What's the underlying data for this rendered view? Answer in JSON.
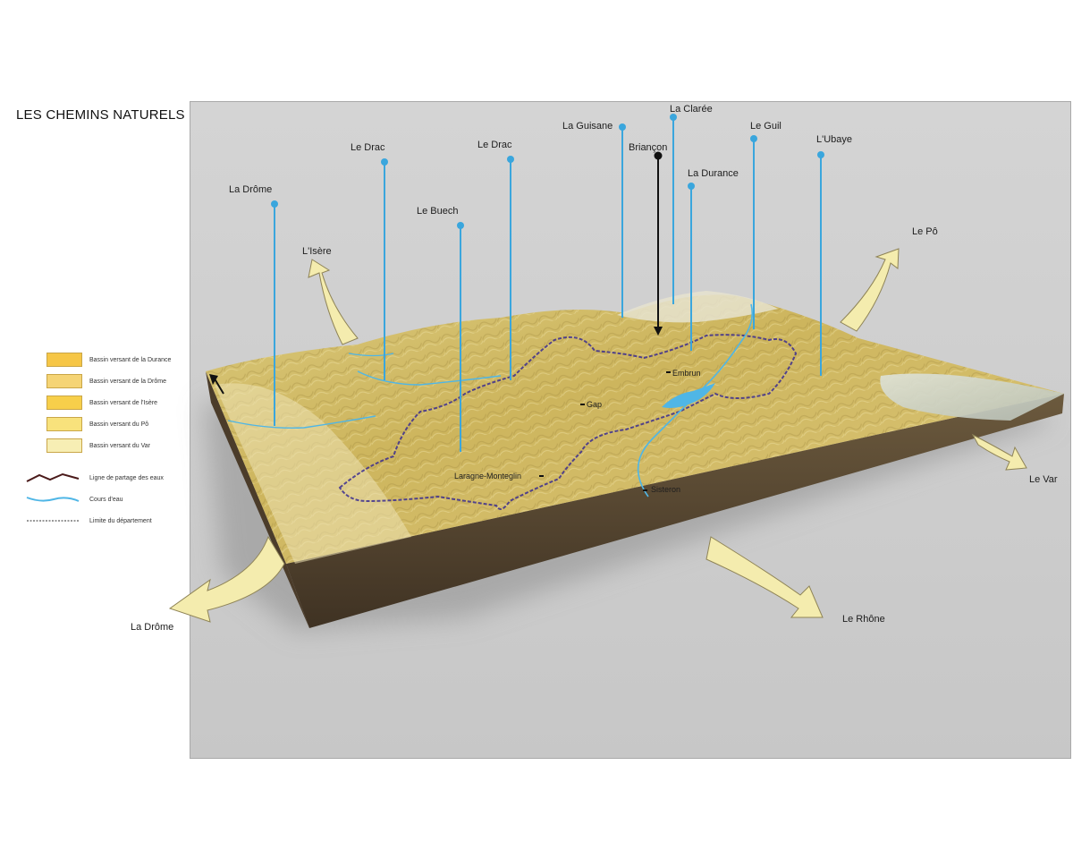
{
  "title": "LES CHEMINS NATURELS",
  "legend": {
    "basins": [
      {
        "label": "Bassin versant de la Durance",
        "color": "#f6c646"
      },
      {
        "label": "Bassin versant de la Drôme",
        "color": "#f5d475"
      },
      {
        "label": "Bassin versant de l'Isère",
        "color": "#f7cf4a"
      },
      {
        "label": "Bassin versant du Pô",
        "color": "#f8e27c"
      },
      {
        "label": "Bassin versant du Var",
        "color": "#f7eeb4"
      }
    ],
    "lines": [
      {
        "label": "Ligne de partage des eaux",
        "color": "#4a1a1a"
      },
      {
        "label": "Cours d'eau",
        "color": "#4fb6e6"
      },
      {
        "label": "Limite du département",
        "color": "#777777"
      }
    ]
  },
  "rivers": [
    {
      "label": "La Drôme"
    },
    {
      "label": "Le Drac"
    },
    {
      "label": "Le Buech"
    },
    {
      "label": "Le Drac"
    },
    {
      "label": "La Guisane"
    },
    {
      "label": "La Clarée"
    },
    {
      "label": "La Durance"
    },
    {
      "label": "Le Guil"
    },
    {
      "label": "L'Ubaye"
    }
  ],
  "city_marker": {
    "label": "Briançon"
  },
  "towns": [
    "Embrun",
    "Gap",
    "Laragne-Monteglin",
    "Sisteron"
  ],
  "outflows": [
    "L'Isère",
    "Le Pô",
    "Le Var",
    "Le Rhône",
    "La Drôme"
  ],
  "colors": {
    "river_pin": "#3aa6dd",
    "city_pin": "#111111",
    "arrow_fill": "#f4ecae",
    "terrain": "#d9c476",
    "terrain_side": "#5a4a34",
    "boundary": "#3b2d8f"
  }
}
